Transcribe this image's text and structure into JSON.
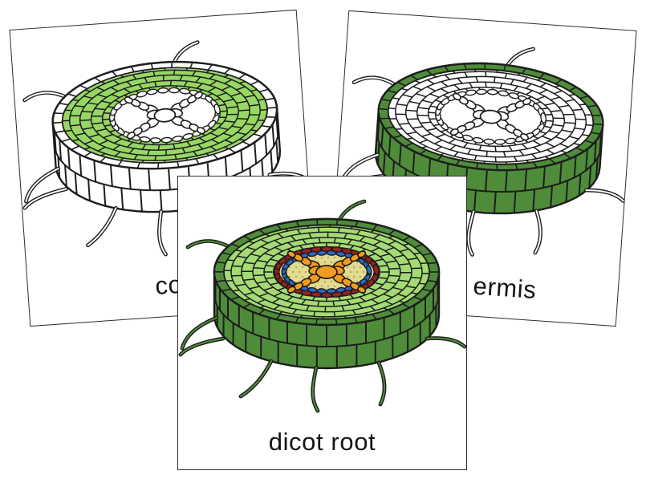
{
  "page": {
    "background_color": "#ffffff",
    "description_title": "dicot root nomenclature cards"
  },
  "palette": {
    "outline": "#1d1d1d",
    "card_border": "#2e2e2e",
    "text_color": "#161616",
    "white": "#ffffff",
    "light_green": "#97d763",
    "light_green_center": "#a4db74",
    "dark_green": "#4e8c3a",
    "pale_yellow": "#e2db91",
    "dot_olive": "#b2a95c",
    "xylem_orange": "#f39c1c",
    "endodermis_red": "#9c1f20",
    "pericycle_blue": "#2a69c8"
  },
  "cards": [
    {
      "id": "cortex-card",
      "label": "cor",
      "scheme": {
        "face": "light_green",
        "rim": "white",
        "wall": "white",
        "stele": "white",
        "ring_outer": "white",
        "ring_inner": "none",
        "xylem": "white",
        "hair_inner": "white",
        "dots": false
      }
    },
    {
      "id": "epidermis-card",
      "label": "ermis",
      "scheme": {
        "face": "white",
        "rim": "dark_green",
        "wall": "dark_green",
        "stele": "white",
        "ring_outer": "white",
        "ring_inner": "none",
        "xylem": "white",
        "hair_inner": "white",
        "dots": false
      }
    },
    {
      "id": "dicot-root-card",
      "label": "dicot root",
      "scheme": {
        "face": "light_green_center",
        "rim": "dark_green",
        "wall": "dark_green",
        "stele": "pale_yellow",
        "ring_outer": "endodermis_red",
        "ring_inner": "pericycle_blue",
        "xylem": "xylem_orange",
        "hair_inner": "dark_green",
        "dots": true
      }
    }
  ]
}
